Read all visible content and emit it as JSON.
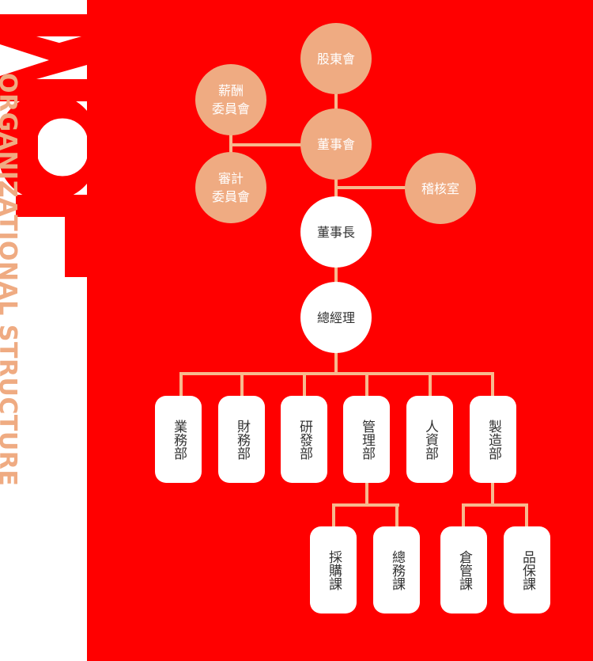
{
  "brand": {
    "logo_text": "MCT",
    "subtitle": "ORGANIZATIONAL STRUCTURE"
  },
  "colors": {
    "background_red": "#ff0000",
    "node_peach": "#efab82",
    "node_white": "#ffffff",
    "connector": "#f7b98e",
    "text_dark": "#333333"
  },
  "org_chart": {
    "shareholders": "股東會",
    "compensation_committee": "薪酬\n委員會",
    "audit_committee": "審計\n委員會",
    "board": "董事會",
    "audit_office": "稽核室",
    "chairman": "董事長",
    "general_manager": "總經理",
    "departments": [
      "業務部",
      "財務部",
      "研發部",
      "管理部",
      "人資部",
      "製造部"
    ],
    "sections": [
      "採購課",
      "總務課",
      "倉管課",
      "品保課"
    ]
  }
}
